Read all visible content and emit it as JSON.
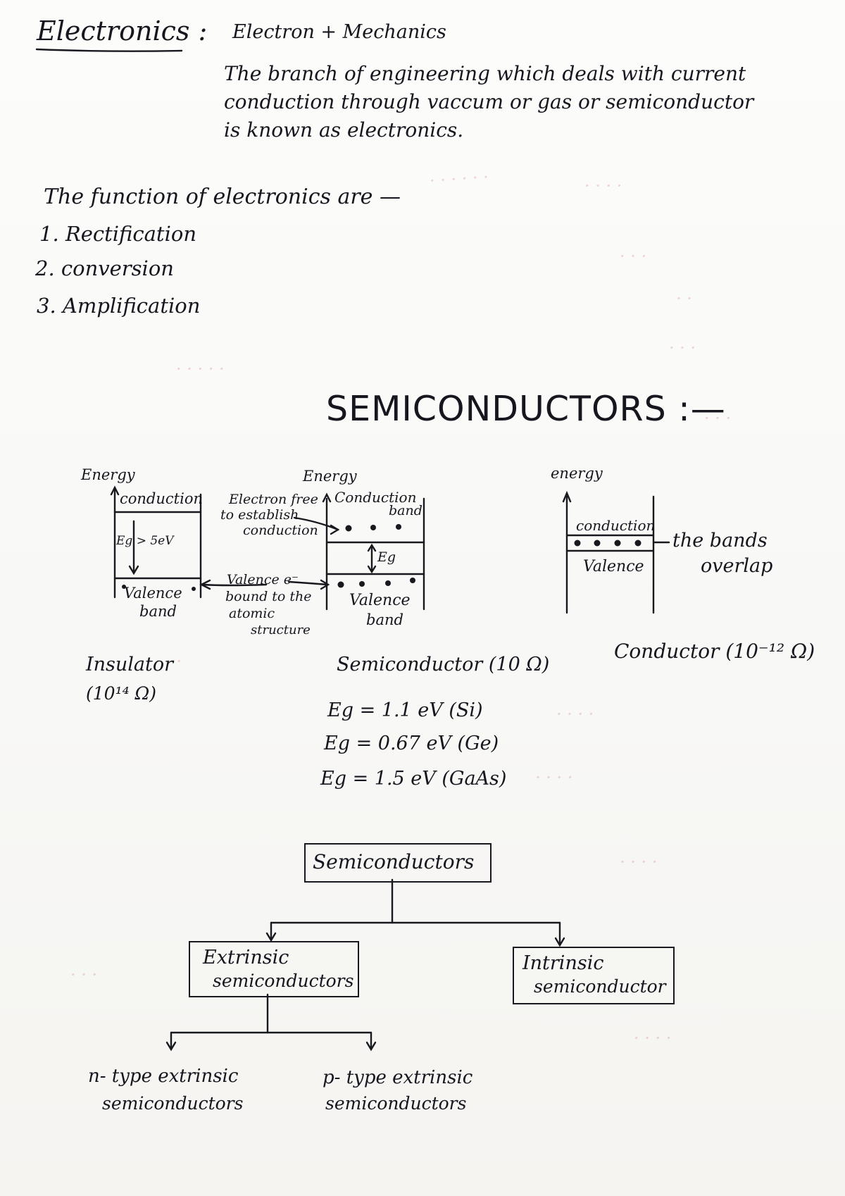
{
  "header": {
    "title": "Electronics :",
    "etymology": "Electron + Mechanics",
    "definition_lines": [
      "The branch of engineering which deals with current",
      "conduction through vaccum or gas or semiconductor",
      "is known as electronics."
    ]
  },
  "functions": {
    "heading": "The function of electronics are —",
    "items": [
      "1. Rectification",
      "2. conversion",
      "3. Amplification"
    ]
  },
  "section_title": "SEMICONDUCTORS :—",
  "diagrams": {
    "insulator": {
      "axis": "Energy",
      "top": "conduction",
      "gap": "Eg > 5eV",
      "bottom_line1": "Valence",
      "bottom_line2": "band",
      "name": "Insulator",
      "resistivity": "(10¹⁴ Ω)"
    },
    "annotations": {
      "electron_free_lines": [
        "Electron free",
        "to establish",
        "conduction"
      ],
      "valence_lines": [
        "Valence e⁻",
        "bound to the",
        "atomic",
        "structure"
      ]
    },
    "semiconductor": {
      "axis": "Energy",
      "top_line1": "Conduction",
      "top_line2": "band",
      "gap": "Eg",
      "bottom_line1": "Valence",
      "bottom_line2": "band",
      "name": "Semiconductor (10 Ω)",
      "band_gaps": [
        "Eg = 1.1 eV (Si)",
        "Eg = 0.67 eV (Ge)",
        "Eg = 1.5 eV (GaAs)"
      ]
    },
    "conductor": {
      "axis": "energy",
      "top": "conduction",
      "bottom": "Valence",
      "note_line1": "the bands",
      "note_line2": "overlap",
      "name": "Conductor (10⁻¹² Ω)"
    }
  },
  "tree": {
    "root": "Semiconductors",
    "extrinsic_line1": "Extrinsic",
    "extrinsic_line2": "semiconductors",
    "intrinsic_line1": "Intrinsic",
    "intrinsic_line2": "semiconductor",
    "n_type_line1": "n- type extrinsic",
    "n_type_line2": "semiconductors",
    "p_type_line1": "p- type extrinsic",
    "p_type_line2": "semiconductors"
  },
  "colors": {
    "ink": "#16161f",
    "bleed_through": "#b84d4d",
    "paper": "#fbfbfa"
  }
}
